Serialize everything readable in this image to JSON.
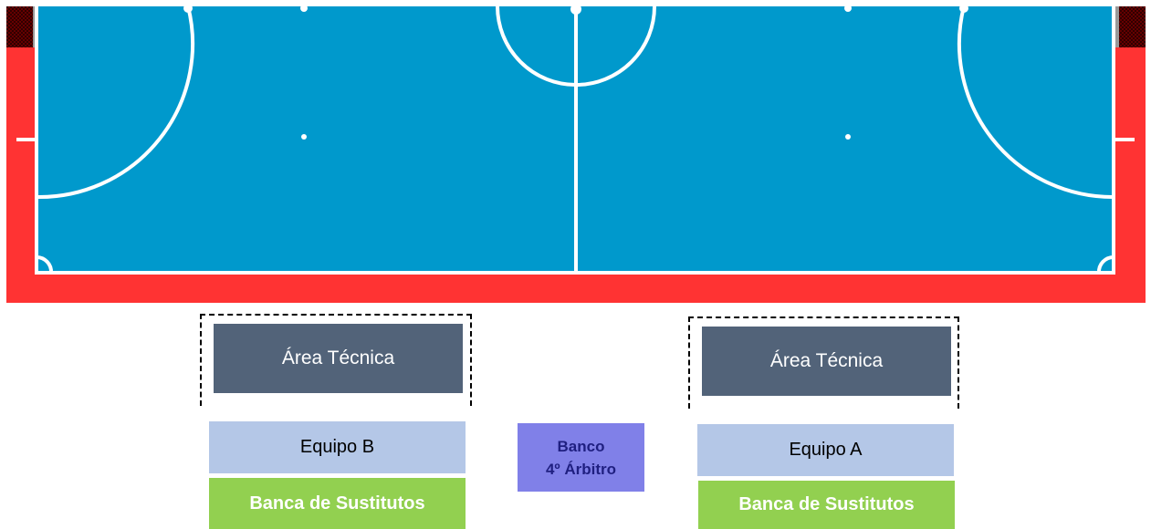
{
  "colors": {
    "court": "#0099cc",
    "border": "#ff3333",
    "lines": "#ffffff",
    "goal_net": "#8b0000",
    "technical_area": "#526379",
    "team_label_bg": "#b4c7e7",
    "substitutes_bench_bg": "#92d050",
    "fourth_official_bench_bg": "#8080e8"
  },
  "left_side": {
    "technical_area": "Área Técnica",
    "team": "Equipo B",
    "substitutes_bench": "Banca de Sustitutos"
  },
  "right_side": {
    "technical_area": "Área Técnica",
    "team": "Equipo A",
    "substitutes_bench": "Banca de Sustitutos"
  },
  "fourth_official_bench": {
    "line1": "Banco",
    "line2": "4º Árbitro"
  }
}
